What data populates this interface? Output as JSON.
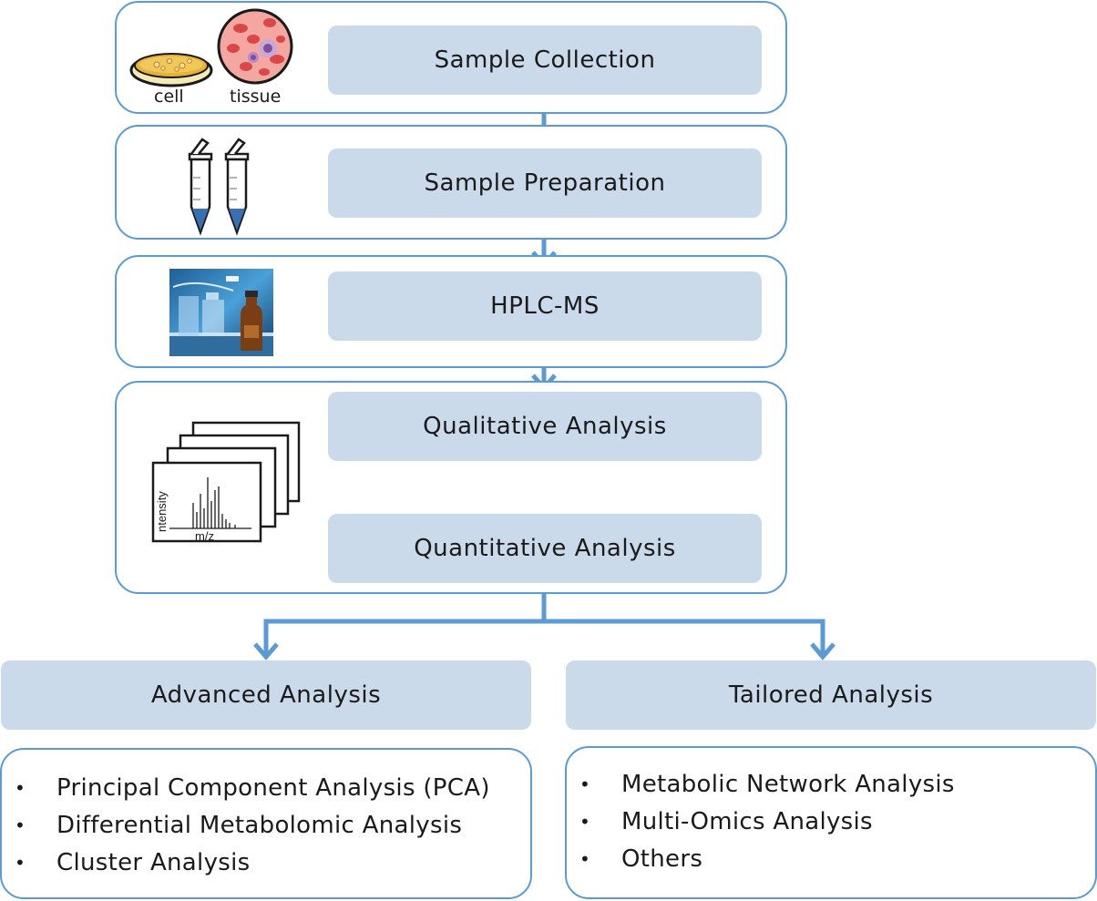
{
  "stages": {
    "collection": {
      "label": "Sample Collection",
      "icon_captions": {
        "cell": "cell",
        "tissue": "tissue"
      }
    },
    "preparation": {
      "label": "Sample Preparation"
    },
    "hplc": {
      "label": "HPLC-MS"
    },
    "analysis": {
      "qualitative_label": "Qualitative Analysis",
      "quantitative_label": "Quantitative Analysis",
      "spectrum_ylabel": "ntensity",
      "spectrum_xlabel": "m/z"
    }
  },
  "branches": {
    "advanced": {
      "label": "Advanced Analysis",
      "items": [
        "Principal Component Analysis (PCA)",
        "Differential Metabolomic Analysis",
        "Cluster Analysis"
      ]
    },
    "tailored": {
      "label": "Tailored Analysis",
      "items": [
        "Metabolic Network Analysis",
        "Multi-Omics Analysis",
        "Others"
      ]
    }
  },
  "colors": {
    "border": "#5b9bd5",
    "arrow": "#5b9bd5",
    "step_fill": "#cbdaea",
    "tube_liquid": "#3a6fb0",
    "tissue_fill": "#f07c7a"
  }
}
